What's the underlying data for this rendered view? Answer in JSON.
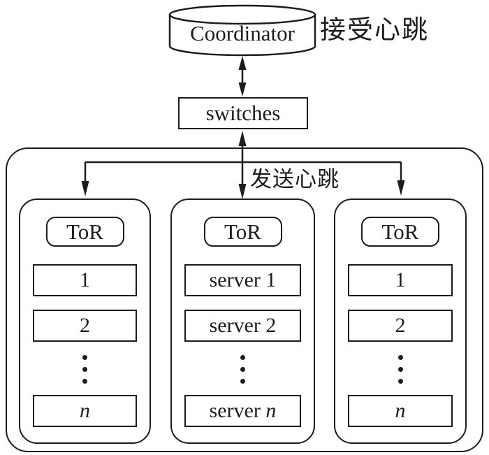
{
  "colors": {
    "stroke": "#1c1c1c",
    "background": "#ffffff"
  },
  "coordinator": {
    "label": "Coordinator",
    "receive_heartbeat_annotation": "接受心跳"
  },
  "switches": {
    "label": "switches"
  },
  "cluster": {
    "send_heartbeat_annotation": "发送心跳"
  },
  "racks": [
    {
      "tor_label": "ToR",
      "row1": "1",
      "row2": "2",
      "ellipsis": "⋮",
      "last_prefix": "",
      "last_var": "n"
    },
    {
      "tor_label": "ToR",
      "row1": "server 1",
      "row2": "server 2",
      "ellipsis": "⋮",
      "last_prefix": "server ",
      "last_var": "n"
    },
    {
      "tor_label": "ToR",
      "row1": "1",
      "row2": "2",
      "ellipsis": "⋮",
      "last_prefix": "",
      "last_var": "n"
    }
  ]
}
